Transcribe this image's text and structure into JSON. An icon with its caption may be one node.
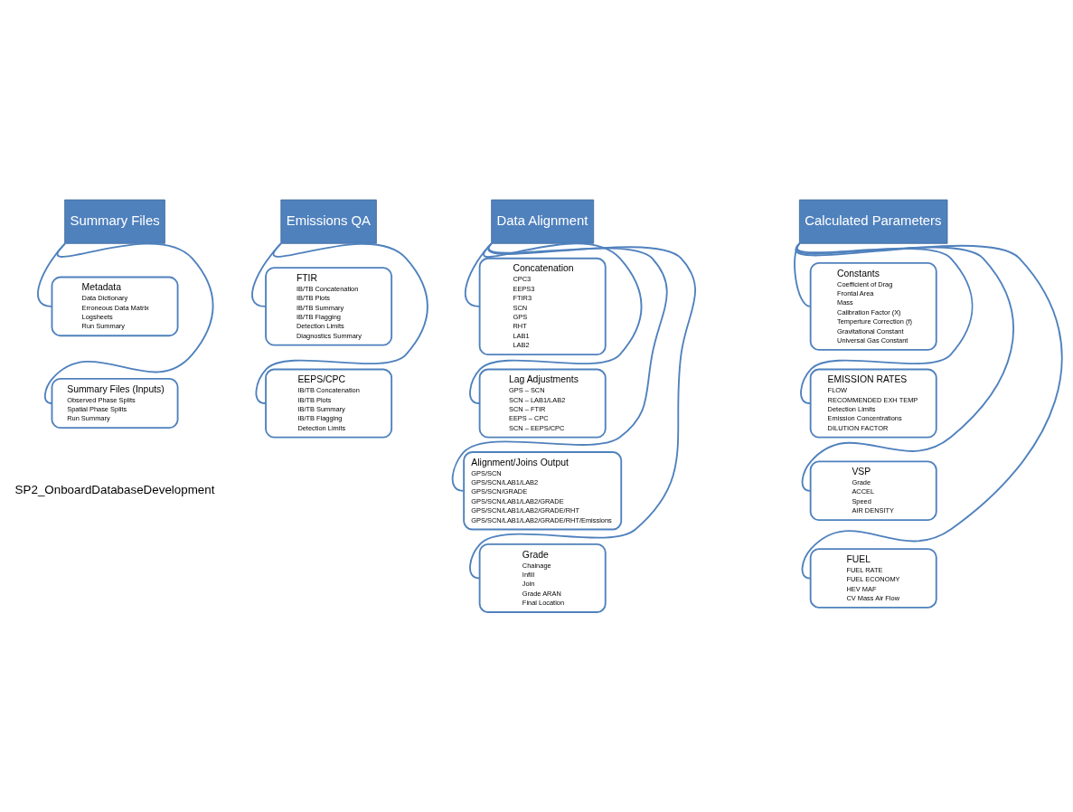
{
  "diagram": {
    "nodes": [
      {
        "text": [
          "Summary Files"
        ]
      },
      {
        "text": [
          "Metadata",
          "Data Dictionary",
          "Erroneous Data Matrix",
          "Logsheets",
          "Run Summary"
        ]
      },
      {
        "text": [
          "Summary Files (Inputs)",
          "Observed Phase Splits",
          "Spatial Phase Splits",
          "Run Summary"
        ]
      },
      {
        "text": [
          "Emissions QA"
        ]
      },
      {
        "text": [
          "FTIR",
          "IB/TB Concatenation",
          "IB/TB Plots",
          "IB/TB Summary",
          "IB/TB Flagging",
          "Detection Limits",
          "Diagnostics Summary"
        ]
      },
      {
        "text": [
          "EEPS/CPC",
          "IB/TB Concatenation",
          "IB/TB Plots",
          "IB/TB Summary",
          "IB/TB Flagging",
          "Detection Limits"
        ]
      },
      {
        "text": [
          "Data Alignment"
        ]
      },
      {
        "text": [
          "Concatenation",
          "CPC3",
          "EEPS3",
          "FTIR3",
          "SCN",
          "GPS",
          "RHT",
          "LAB1",
          "LAB2"
        ]
      },
      {
        "text": [
          "Lag Adjustments",
          "GPS – SCN",
          "SCN – LAB1/LAB2",
          "SCN – FTIR",
          "EEPS – CPC",
          "SCN – EEPS/CPC"
        ]
      },
      {
        "text": [
          "Alignment/Joins Output",
          "GPS/SCN",
          "GPS/SCN/LAB1/LAB2",
          "GPS/SCN/GRADE",
          "GPS/SCN/LAB1/LAB2/GRADE",
          "GPS/SCN/LAB1/LAB2/GRADE/RHT",
          "GPS/SCN/LAB1/LAB2/GRADE/RHT/Emissions"
        ]
      },
      {
        "text": [
          "Grade",
          "Chainage",
          "Infill",
          "Join",
          "Grade ARAN",
          "Final Location"
        ]
      },
      {
        "text": [
          "Calculated Parameters"
        ]
      },
      {
        "text": [
          "Constants",
          "Coefficient of Drag",
          "Frontal Area",
          "Mass",
          "Calibration Factor (X)",
          "Temperture Correction (f)",
          "Gravitational Constant",
          "Universal Gas Constant"
        ]
      },
      {
        "text": [
          "EMISSION RATES",
          "FLOW",
          "RECOMMENDED EXH TEMP",
          "Detection Limits",
          "Emission Concentrations",
          "DILUTION FACTOR"
        ]
      },
      {
        "text": [
          "VSP",
          "Grade",
          "ACCEL",
          "Speed",
          "AIR DENSITY"
        ]
      },
      {
        "text": [
          "FUEL",
          "FUEL RATE",
          "FUEL ECONOMY",
          "HEV MAF",
          "CV Mass Air Flow"
        ]
      }
    ],
    "edges": [
      {
        "from": 0,
        "to": 1,
        "arrow": "none"
      },
      {
        "from": 0,
        "to": 2,
        "arrow": "none"
      },
      {
        "from": 3,
        "to": 4,
        "arrow": "none"
      },
      {
        "from": 3,
        "to": 5,
        "arrow": "none"
      },
      {
        "from": 6,
        "to": 7,
        "arrow": "none"
      },
      {
        "from": 6,
        "to": 8,
        "arrow": "none"
      },
      {
        "from": 6,
        "to": 9,
        "arrow": "none"
      },
      {
        "from": 6,
        "to": 10,
        "arrow": "none"
      },
      {
        "from": 11,
        "to": 12,
        "arrow": "none"
      },
      {
        "from": 11,
        "to": 13,
        "arrow": "none"
      },
      {
        "from": 11,
        "to": 14,
        "arrow": "none"
      },
      {
        "from": 11,
        "to": 15,
        "arrow": "none"
      }
    ],
    "labels": [
      "SP2_OnboardDatabaseDevelopment"
    ]
  }
}
